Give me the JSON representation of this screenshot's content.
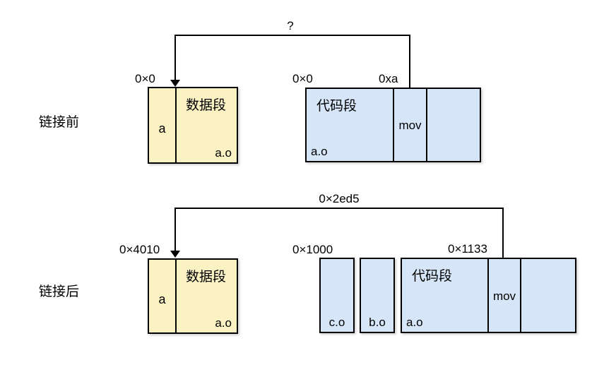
{
  "colors": {
    "background": "#FFFFFF",
    "data_fill": "#FBF2C4",
    "code_fill": "#D6E6F8",
    "line": "#000000"
  },
  "before": {
    "row_label": "链接前",
    "connector_label": "?",
    "data_addr": "0×0",
    "code_addr": "0×0",
    "mov_addr": "0xa",
    "data_box": {
      "variable": "a",
      "title": "数据段",
      "file": "a.o"
    },
    "code_box": {
      "title": "代码段",
      "instruction": "mov",
      "file": "a.o"
    }
  },
  "after": {
    "row_label": "链接后",
    "connector_label": "0×2ed5",
    "data_addr": "0×4010",
    "objects_addr": "0×1000",
    "code_addr": "0×1133",
    "data_box": {
      "variable": "a",
      "title": "数据段",
      "file": "a.o"
    },
    "object_boxes": [
      {
        "file": "c.o"
      },
      {
        "file": "b.o"
      }
    ],
    "code_box": {
      "title": "代码段",
      "instruction": "mov",
      "file": "a.o"
    }
  }
}
